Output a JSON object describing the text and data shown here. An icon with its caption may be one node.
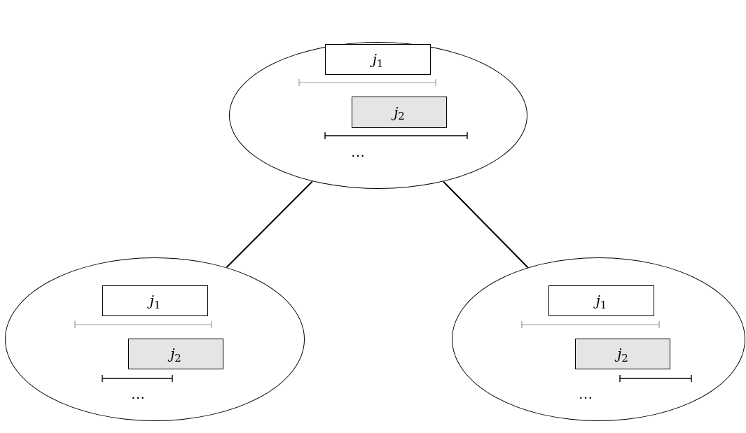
{
  "diagram": {
    "nodes": [
      {
        "text": [
          "…"
        ]
      },
      {
        "text": [
          "*j*$_{1}$"
        ],
        "in": 0
      },
      {
        "text": [
          "*j*$_{2}$"
        ],
        "in": 0
      },
      {
        "text": [
          "…"
        ]
      },
      {
        "text": [
          "*j*$_{1}$"
        ],
        "in": 3
      },
      {
        "text": [
          "*j*$_{2}$"
        ],
        "in": 3
      },
      {
        "text": [
          "…"
        ]
      },
      {
        "text": [
          "*j*$_{1}$"
        ],
        "in": 6
      },
      {
        "text": [
          "*j*$_{2}$"
        ],
        "in": 6
      }
    ],
    "edges": [
      {
        "from": 0,
        "to": 3,
        "arrow": "none"
      },
      {
        "from": 0,
        "to": 6,
        "arrow": "none"
      }
    ]
  }
}
